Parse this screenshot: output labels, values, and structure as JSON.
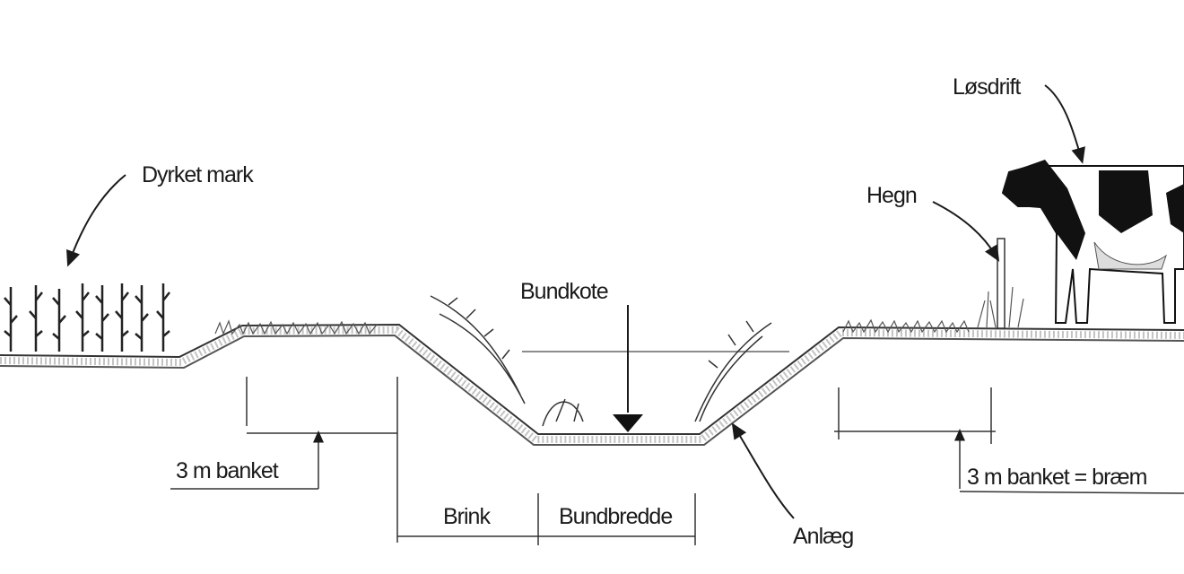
{
  "labels": {
    "cultivated_field": "Dyrket mark",
    "bottom_level": "Bundkote",
    "loose_housing": "Løsdrift",
    "fence": "Hegn",
    "left_banket": "3 m banket",
    "bank": "Brink",
    "bottom_width": "Bundbredde",
    "slope": "Anlæg",
    "right_banket": "3 m banket = bræm"
  },
  "colors": {
    "ink": "#1a1a1a",
    "ground": "#8a8a8a"
  }
}
